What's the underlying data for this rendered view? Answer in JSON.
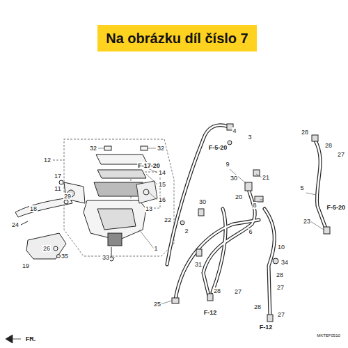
{
  "diagram": {
    "nodes": [
      {
        "text": [
          "Na obrázku díl číslo 7"
        ]
      }
    ],
    "labels": [
      "12",
      "17",
      "11",
      "29",
      "32",
      "32",
      "14",
      "15",
      "16",
      "13",
      "1",
      "F-17-20",
      "18",
      "24",
      "26",
      "35",
      "19",
      "33",
      "4",
      "3",
      "F-5-20",
      "9",
      "21",
      "30",
      "20",
      "8",
      "30",
      "22",
      "2",
      "6",
      "31",
      "25",
      "28",
      "27",
      "F-12",
      "10",
      "34",
      "28",
      "27",
      "28",
      "F-12",
      "27",
      "28",
      "28",
      "27",
      "5",
      "F-5-20",
      "23",
      "FR.",
      "MKTEF0510"
    ]
  }
}
